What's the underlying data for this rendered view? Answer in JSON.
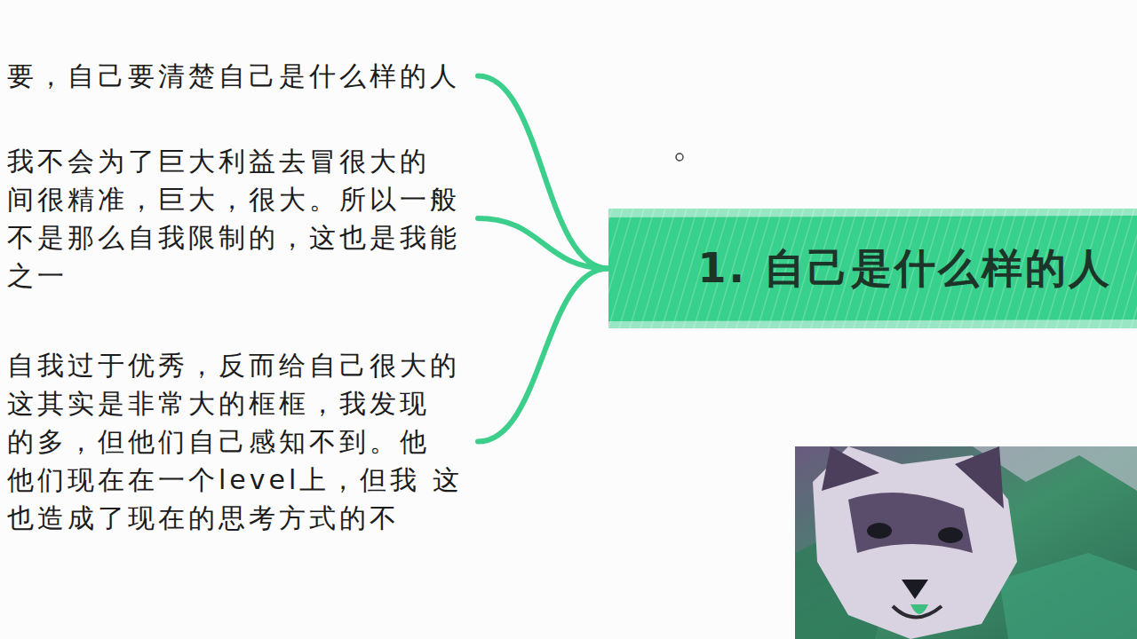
{
  "diagram": {
    "nodes": [
      {
        "text": [
          "1. 自己是什么样的人"
        ]
      },
      {
        "text": [
          "要，自己要清楚自己是什么样的人"
        ]
      },
      {
        "text": [
          "我不会为了巨大利益去冒很大的 间很精准，巨大，很大。所以一般 不是那么自我限制的，这也是我能 之一"
        ]
      },
      {
        "text": [
          "自我过于优秀，反而给自己很大的 这其实是非常大的框框，我发现 的多，但他们自己感知不到。他 他们现在在一个level上，但我 这也造成了现在的思考方式的不"
        ]
      }
    ],
    "edges": [
      {
        "from": 0,
        "to": 1,
        "arrow": "none"
      },
      {
        "from": 0,
        "to": 2,
        "arrow": "none"
      },
      {
        "from": 0,
        "to": 3,
        "arrow": "none"
      }
    ]
  }
}
